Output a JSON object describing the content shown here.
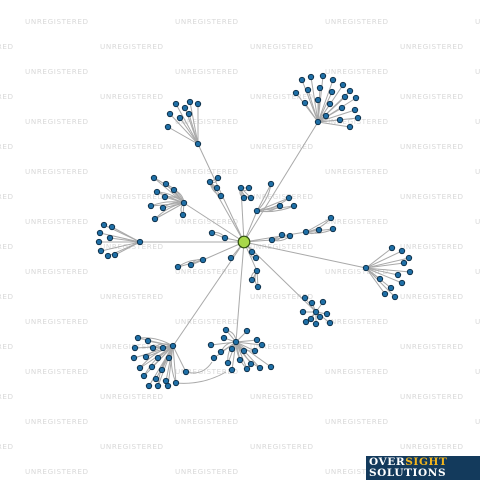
{
  "watermark": {
    "text": "UNREGISTERED"
  },
  "brand": {
    "part1": "OVER",
    "part2": "SIGHT",
    "line2": "SOLUTIONS"
  },
  "graph": {
    "center_fill": "#a8d84a",
    "node_fill": "#1f6fa6",
    "edge_color": "#a9a9a9"
  }
}
